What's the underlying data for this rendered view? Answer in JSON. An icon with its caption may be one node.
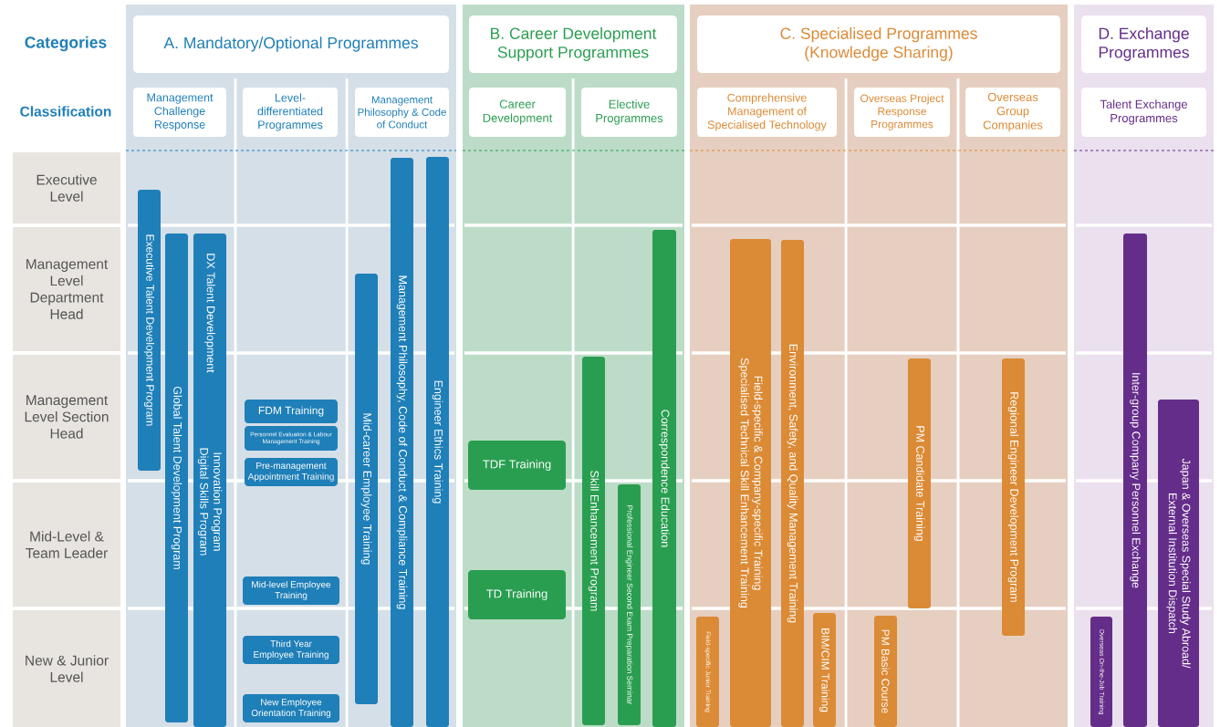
{
  "diagram": {
    "nodes": [
      {
        "text": [
          "A. Mandatory/Optional Programmes"
        ]
      },
      {
        "text": [
          "B. Career Development Support Programmes"
        ]
      },
      {
        "text": [
          "C. Specialised Programmes (Knowledge Sharing)"
        ]
      },
      {
        "text": [
          "D. Exchange Programmes"
        ]
      },
      {
        "text": [
          "Management Challenge Response"
        ]
      },
      {
        "text": [
          "Level-differentiated Programmes"
        ]
      },
      {
        "text": [
          "Management Philosophy & Code of Conduct"
        ]
      },
      {
        "text": [
          "Career Development"
        ]
      },
      {
        "text": [
          "Elective Programmes"
        ]
      },
      {
        "text": [
          "Comprehensive Management of Specialised Technology"
        ]
      },
      {
        "text": [
          "Overseas Project Response Programmes"
        ]
      },
      {
        "text": [
          "Overseas Group Companies"
        ]
      },
      {
        "text": [
          "Talent Exchange Programmes"
        ]
      },
      {
        "text": [
          "Executive Level"
        ]
      },
      {
        "text": [
          "Management Level Department Head"
        ]
      },
      {
        "text": [
          "Management Level Section Head"
        ]
      },
      {
        "text": [
          "Mid-Level & Team Leader"
        ]
      },
      {
        "text": [
          "New & Junior Level"
        ]
      },
      {
        "text": [
          "Executive Talent Development Program"
        ]
      },
      {
        "text": [
          "Global Talent Development Program"
        ]
      },
      {
        "text": [
          "DX Talent Development",
          "Innovation Program Digital Skills Program"
        ]
      },
      {
        "text": [
          "FDM Training"
        ]
      },
      {
        "text": [
          "Personnel Evaluation & Labour Management Training"
        ]
      },
      {
        "text": [
          "Pre-management Appointment Training"
        ]
      },
      {
        "text": [
          "Mid-level Employee Training"
        ]
      },
      {
        "text": [
          "Third Year Employee Training"
        ]
      },
      {
        "text": [
          "New Employee Orientation Training"
        ]
      },
      {
        "text": [
          "Mid-career Employee Training"
        ]
      },
      {
        "text": [
          "Management Philosophy, Code of Conduct & Compliance Training"
        ]
      },
      {
        "text": [
          "Engineer Ethics Training"
        ]
      },
      {
        "text": [
          "TDF Training"
        ]
      },
      {
        "text": [
          "TD Training"
        ]
      },
      {
        "text": [
          "Skill Enhancement Program"
        ]
      },
      {
        "text": [
          "Professional Engineer Second Exam Preparation Seminar"
        ]
      },
      {
        "text": [
          "Correspondence Education"
        ]
      },
      {
        "text": [
          "Field-specific Junior Training"
        ]
      },
      {
        "text": [
          "Field-specific & Company-specific Training Specialised Technical Skill Enhancement Training"
        ]
      },
      {
        "text": [
          "Environment, Safety, and Quality Management Training"
        ]
      },
      {
        "text": [
          "BIM/CIM Training"
        ]
      },
      {
        "text": [
          "PM Basic Course"
        ]
      },
      {
        "text": [
          "PM Candidate Training"
        ]
      },
      {
        "text": [
          "Regional Engineer Development Program"
        ]
      },
      {
        "text": [
          "Overseas On-the-Job Training"
        ]
      },
      {
        "text": [
          "Inter-group Company Personnel Exchange"
        ]
      },
      {
        "text": [
          "Japan & Overseas Special Study Abroad/ External Institution Dispatch"
        ]
      }
    ],
    "labels": [
      "Categories",
      "Classification"
    ]
  }
}
